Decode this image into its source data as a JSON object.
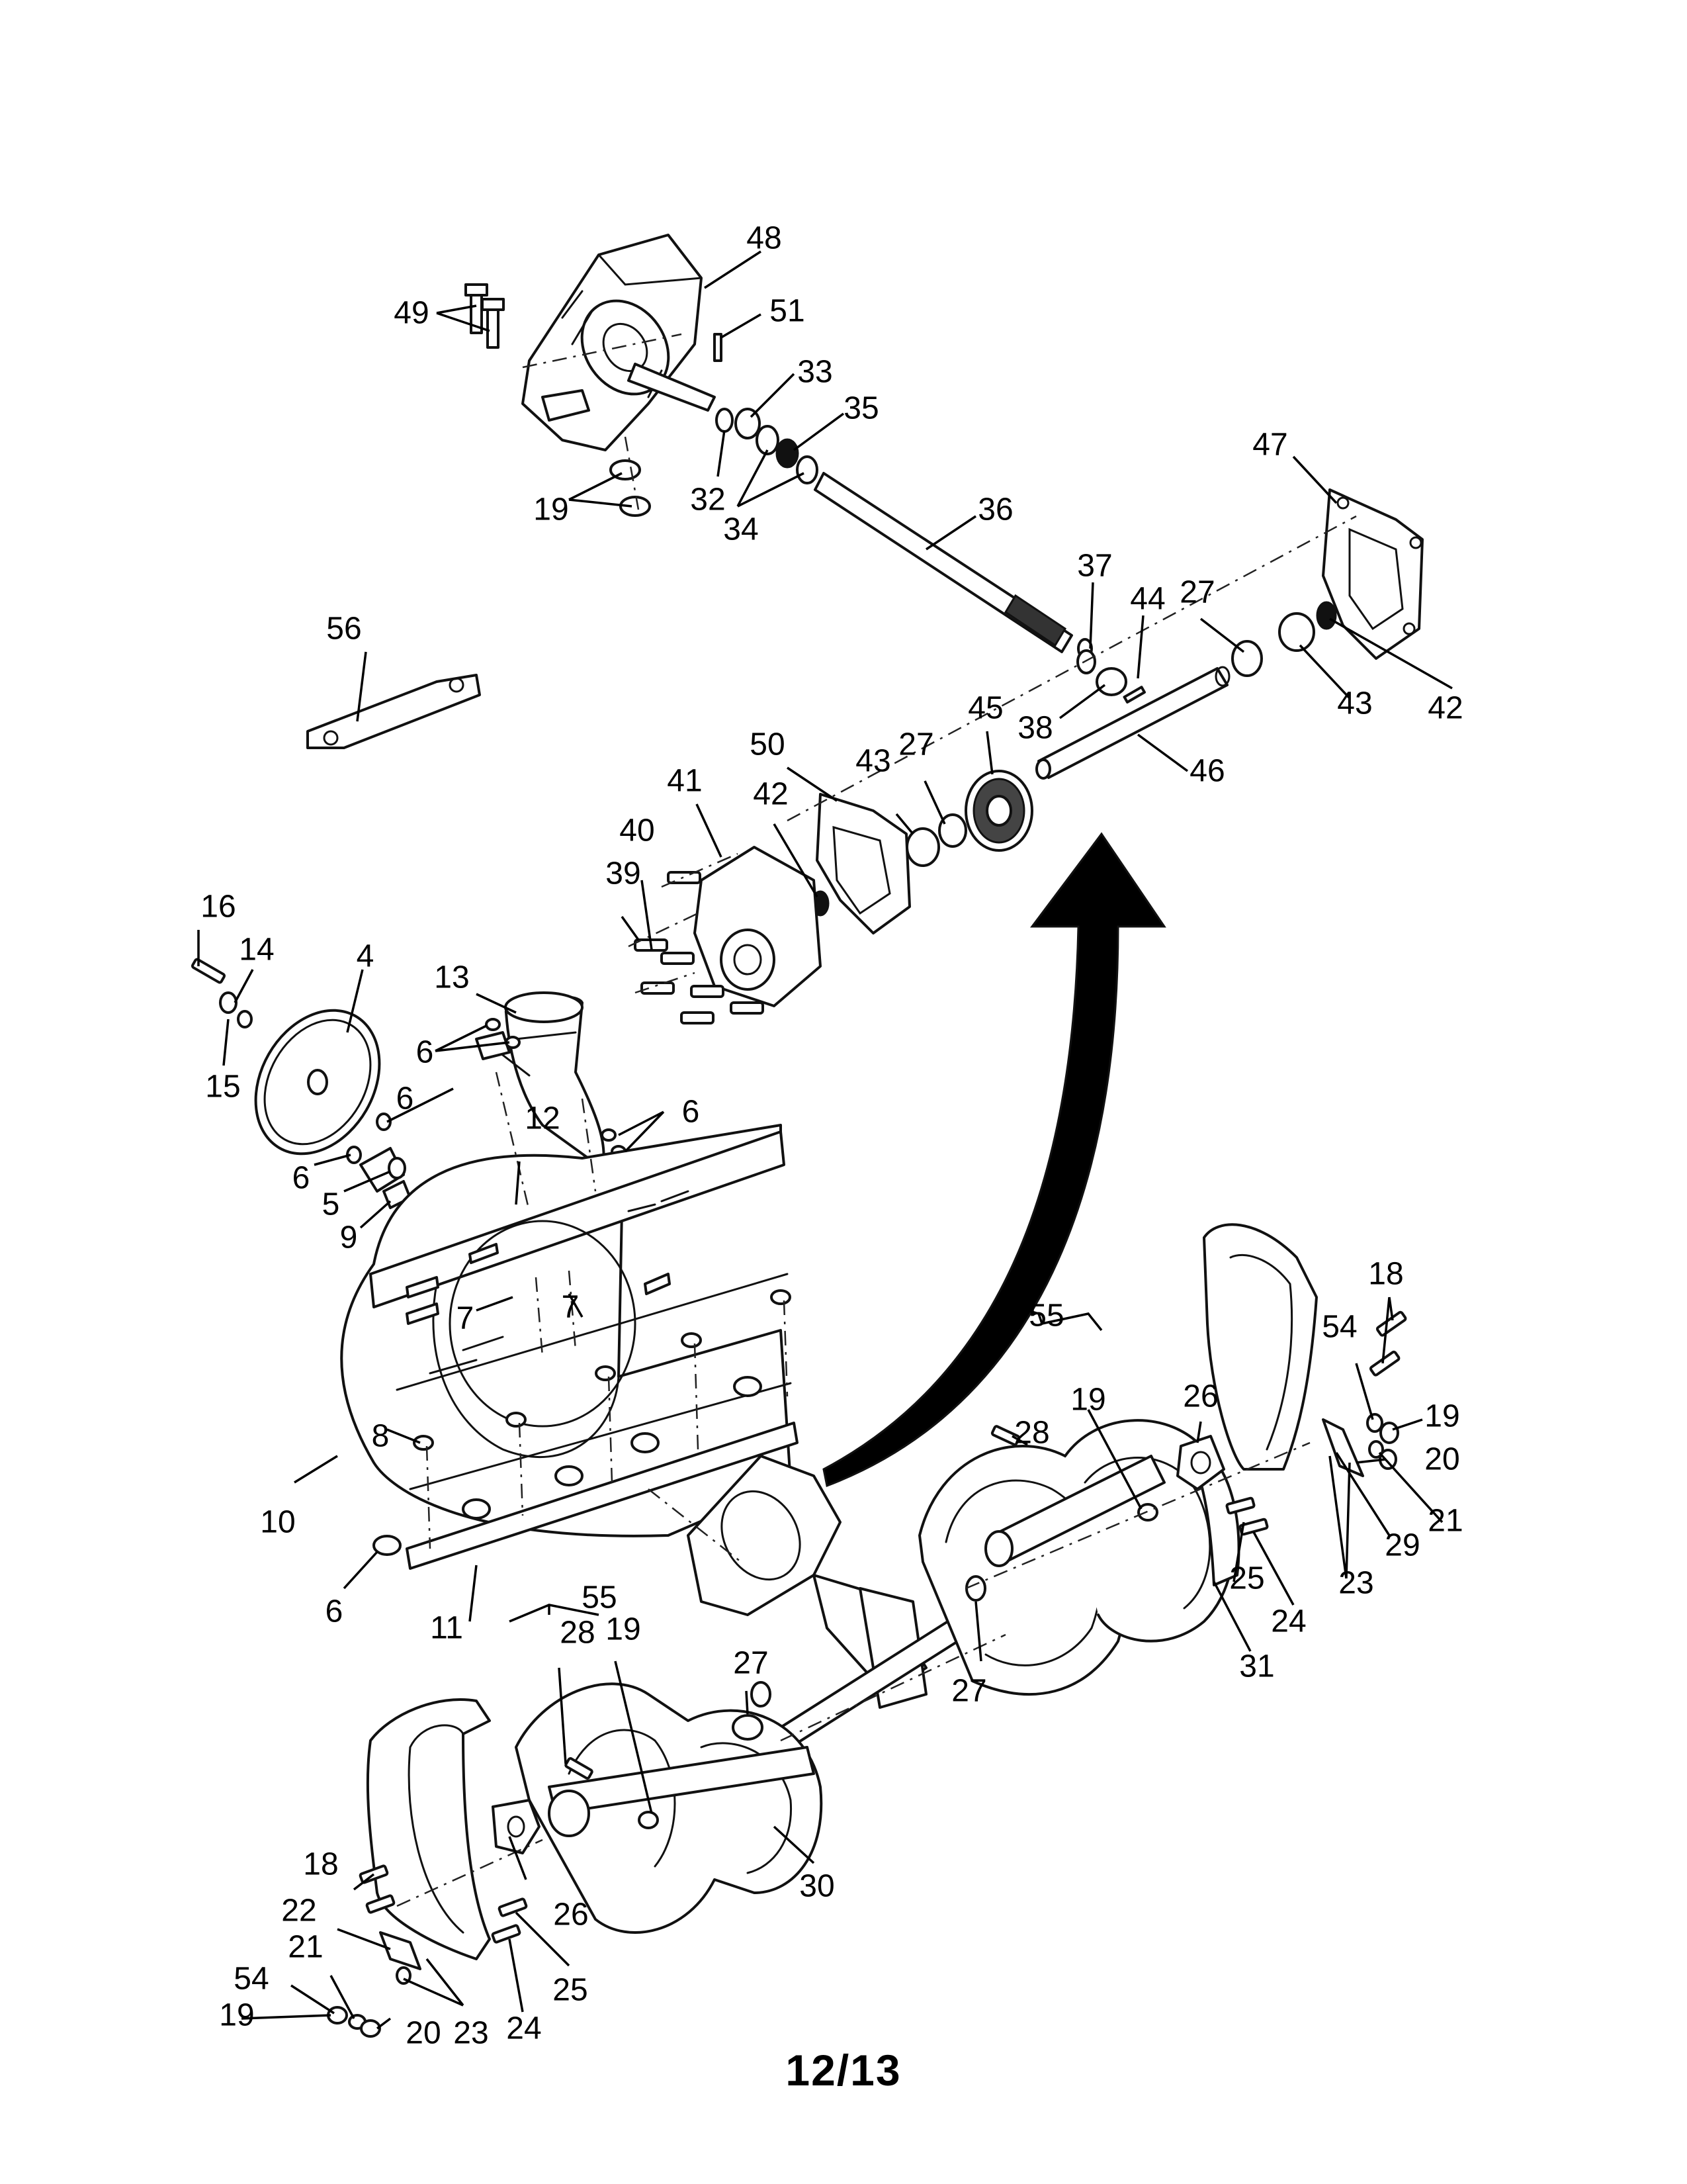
{
  "page_number": "12/13",
  "labels": {
    "p48": "48",
    "p49": "49",
    "p51": "51",
    "p33": "33",
    "p35": "35",
    "p32": "32",
    "p34": "34",
    "p19a": "19",
    "p36": "36",
    "p47": "47",
    "p37": "37",
    "p44": "44",
    "p27a": "27",
    "p42a": "42",
    "p43a": "43",
    "p38": "38",
    "p56": "56",
    "p50": "50",
    "p45": "45",
    "p46": "46",
    "p41": "41",
    "p43b": "43",
    "p27b": "27",
    "p42b": "42",
    "p40": "40",
    "p39": "39",
    "p16": "16",
    "p14": "14",
    "p4": "4",
    "p15": "15",
    "p13": "13",
    "p6a": "6",
    "p6b": "6",
    "p12": "12",
    "p6c": "6",
    "p6d": "6",
    "p5": "5",
    "p9": "9",
    "p7a": "7",
    "p7b": "7",
    "p8": "8",
    "p10": "10",
    "p6e": "6",
    "p11": "11",
    "p55a": "55",
    "p28a": "28",
    "p19b": "19",
    "p26a": "26",
    "p18a": "18",
    "p54a": "54",
    "p19c": "19",
    "p20a": "20",
    "p21a": "21",
    "p29": "29",
    "p23a": "23",
    "p25a": "25",
    "p24a": "24",
    "p31": "31",
    "p27c": "27",
    "p55b": "55",
    "p28b": "28",
    "p19d": "19",
    "p27d": "27",
    "p30": "30",
    "p18b": "18",
    "p22": "22",
    "p26b": "26",
    "p21b": "21",
    "p54b": "54",
    "p25b": "25",
    "p19e": "19",
    "p20b": "20",
    "p23b": "23",
    "p24b": "24"
  }
}
